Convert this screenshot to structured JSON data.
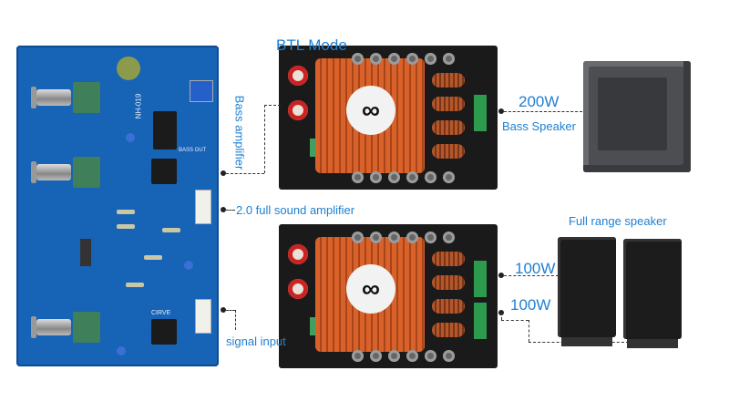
{
  "labels": {
    "btl_mode": "BTL Mode",
    "bass_amplifier": "Bass amplifier",
    "full_sound_amplifier": "2.0 full sound amplifier",
    "signal_input": "signal input",
    "power_200w": "200W",
    "bass_speaker": "Bass Speaker",
    "full_range_speaker": "Full range speaker",
    "power_100w_1": "100W",
    "power_100w_2": "100W"
  },
  "colors": {
    "label_blue": "#1f7fd0",
    "board_blue": "#1763b6",
    "heatsink_copper": "#d9622a"
  },
  "board_markings": {
    "preamp_code": "NH-019",
    "bass_out": "BASS OUT",
    "preamp_chip": "CIRVE"
  }
}
